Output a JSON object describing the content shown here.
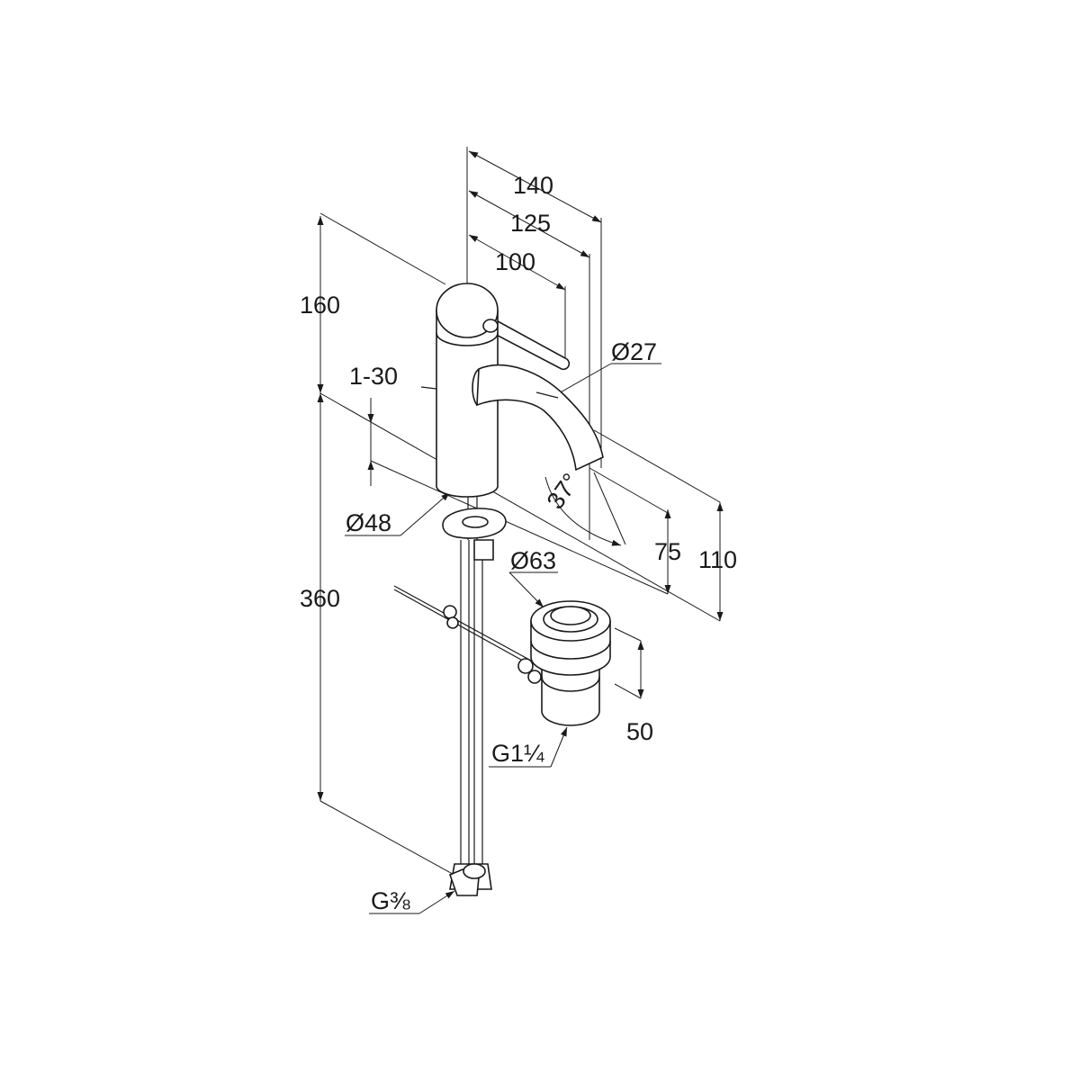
{
  "drawing": {
    "colors": {
      "line": "#1a1a1a",
      "background": "#ffffff"
    },
    "dimensions": {
      "dim_140": "140",
      "dim_125": "125",
      "dim_100": "100",
      "dim_160": "160",
      "dim_1_30": "1-30",
      "dim_d27": "Ø27",
      "dim_d48": "Ø48",
      "dim_37": "37°",
      "dim_75": "75",
      "dim_110": "110",
      "dim_d63": "Ø63",
      "dim_360": "360",
      "dim_50": "50",
      "dim_g114": "G1¼",
      "dim_g38": "G⅜"
    }
  }
}
